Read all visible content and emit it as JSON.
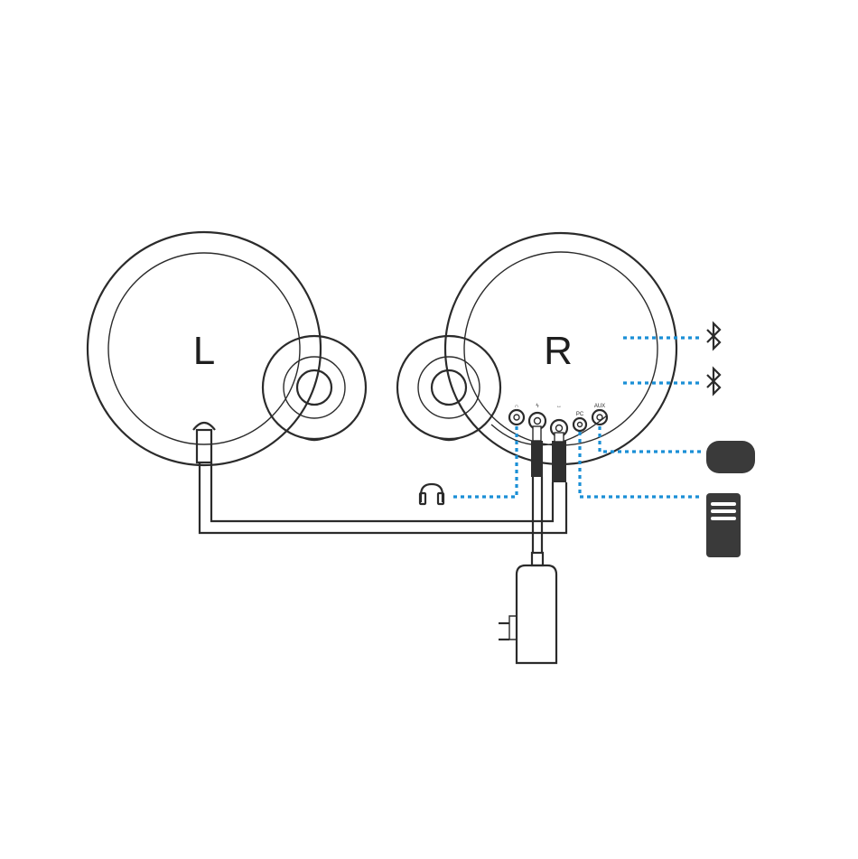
{
  "diagram": {
    "left_speaker": {
      "label": "L"
    },
    "right_speaker": {
      "label": "R"
    },
    "ports": {
      "headphone": "∩",
      "power": "ϟ",
      "input": "↔",
      "pc": "PC",
      "aux": "AUX"
    },
    "icons": {
      "bluetooth_1": "bluetooth-icon",
      "bluetooth_2": "bluetooth-icon",
      "headphones": "headphones-icon",
      "mobile_device": "tablet-device-icon",
      "media_player": "media-player-icon",
      "power_adapter": "power-adapter-icon"
    },
    "colors": {
      "line": "#2b2b2b",
      "connection": "#1a8fd6",
      "device": "#3a3a3a"
    }
  }
}
